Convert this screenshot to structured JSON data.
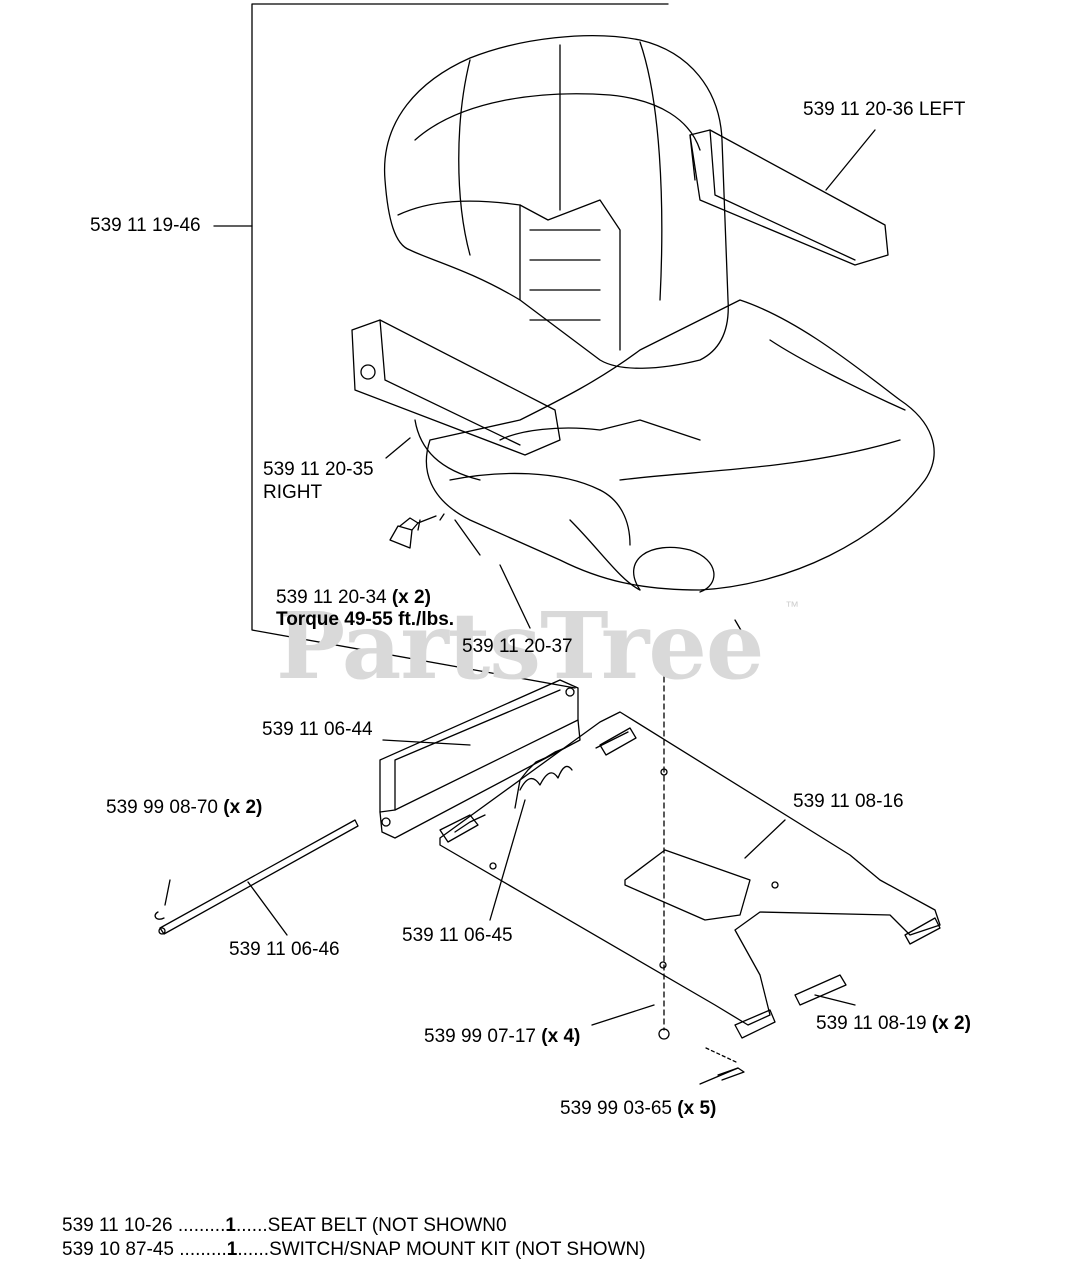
{
  "watermark": {
    "text": "PartsTree",
    "tm": "™"
  },
  "callouts": {
    "seat_assembly": "539  11 19-46",
    "armrest_left": "539 11 20-36 LEFT",
    "armrest_right_num": "539 11 20-35",
    "armrest_right_side": "RIGHT",
    "bolt_num": "539 11 20-34",
    "bolt_qty": "(x 2)",
    "torque": "Torque 49-55 ft./lbs.",
    "seat_bottom": "539  11 20-37",
    "slide_rail": "539  11 06-44",
    "clip_num": "539 99 08-70",
    "clip_qty": "(x 2)",
    "mount_plate": "539  11 08-16",
    "spring": "539  11 06-45",
    "rod": "539  11 06-46",
    "nut_num": "539 99 07-17",
    "nut_qty": "(x 4)",
    "pin_num": "539 11 08-19",
    "pin_qty": "(x 2)",
    "cotter_num": "539 99 03-65",
    "cotter_qty": "(x 5)"
  },
  "notes": [
    {
      "part": "539 11 10-26",
      "dots1": " .........",
      "qty": "1",
      "dots2": "......",
      "desc": "SEAT BELT (NOT SHOWN0"
    },
    {
      "part": "539 10 87-45",
      "dots1": " .........",
      "qty": "1",
      "dots2": "......",
      "desc": "SWITCH/SNAP MOUNT KIT (NOT SHOWN)"
    }
  ]
}
